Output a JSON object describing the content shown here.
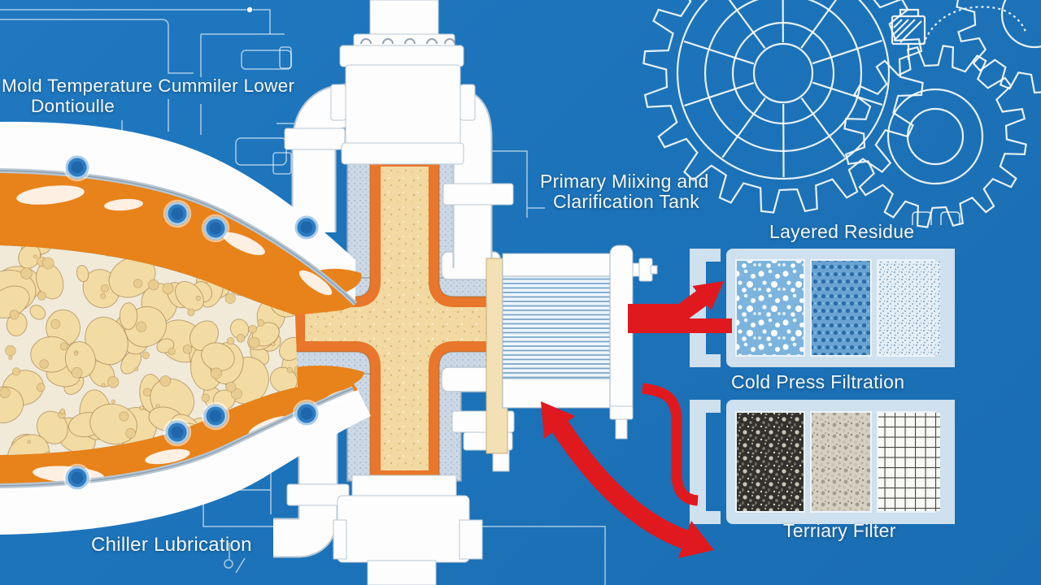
{
  "labels": {
    "mold_controller": {
      "line1": "Mold Temperature Cummiler Lower",
      "line2": "Dontioulle"
    },
    "mixing_tank": {
      "line1": "Primary Miixing and",
      "line2": "Clarification Tank"
    },
    "layered_residue": "Layered Residue",
    "cold_press": "Cold Press Filtration",
    "terriary_filter": "Terriary Filter",
    "chiller": "Chiller Lubrication"
  },
  "colors": {
    "background": "#1d74ba",
    "blueprint_line": "#ffffff",
    "steel_casing": "#ccd9e6",
    "molten_orange": "#e8821a",
    "foam_cream": "#f3dca6",
    "arrow_red": "#e0191f",
    "frame_pale": "#cfe0ee"
  },
  "filter_groups": {
    "top": {
      "label": "Layered Residue",
      "panel_textures": [
        "coarse-bubble-residue",
        "medium-mesh-residue",
        "fine-speckle-residue"
      ]
    },
    "bottom": {
      "label_above": "Cold Press Filtration",
      "label_below": "Terriary Filter",
      "panel_textures": [
        "coarse-dark-media",
        "fine-gray-media",
        "grid-mesh-screen"
      ]
    }
  }
}
